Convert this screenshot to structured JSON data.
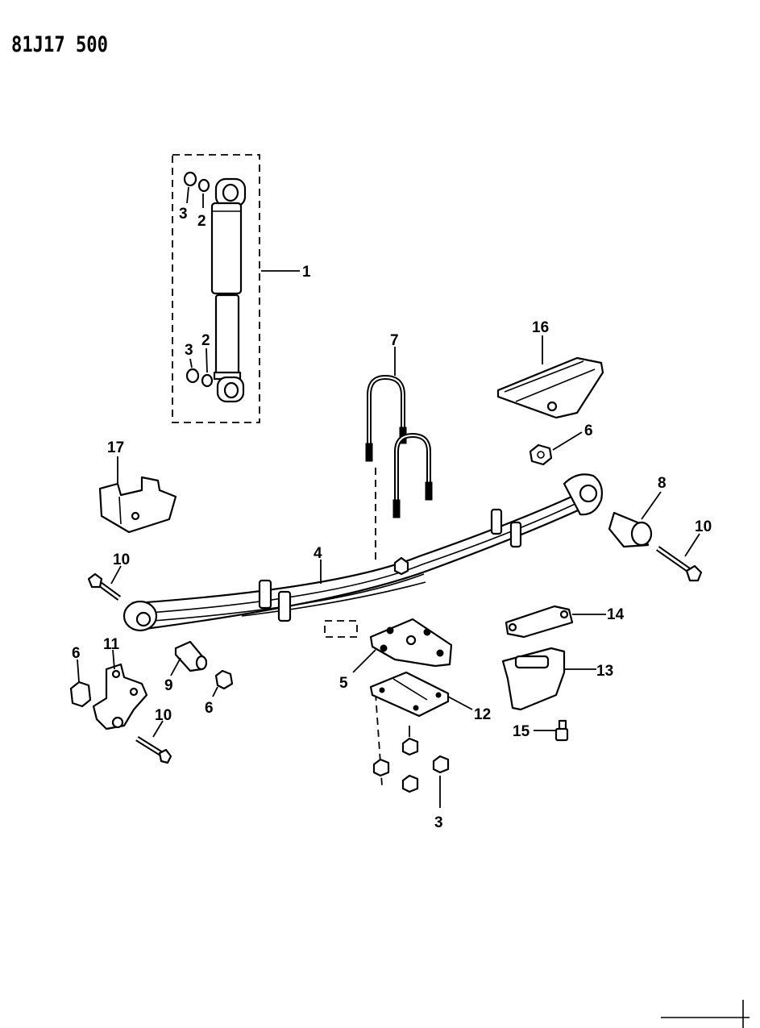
{
  "diagram": {
    "code": "81J17 500",
    "callouts": [
      "1",
      "2",
      "2",
      "3",
      "3",
      "3",
      "4",
      "5",
      "6",
      "6",
      "6",
      "7",
      "8",
      "9",
      "10",
      "10",
      "10",
      "11",
      "12",
      "13",
      "14",
      "15",
      "16",
      "17"
    ]
  }
}
